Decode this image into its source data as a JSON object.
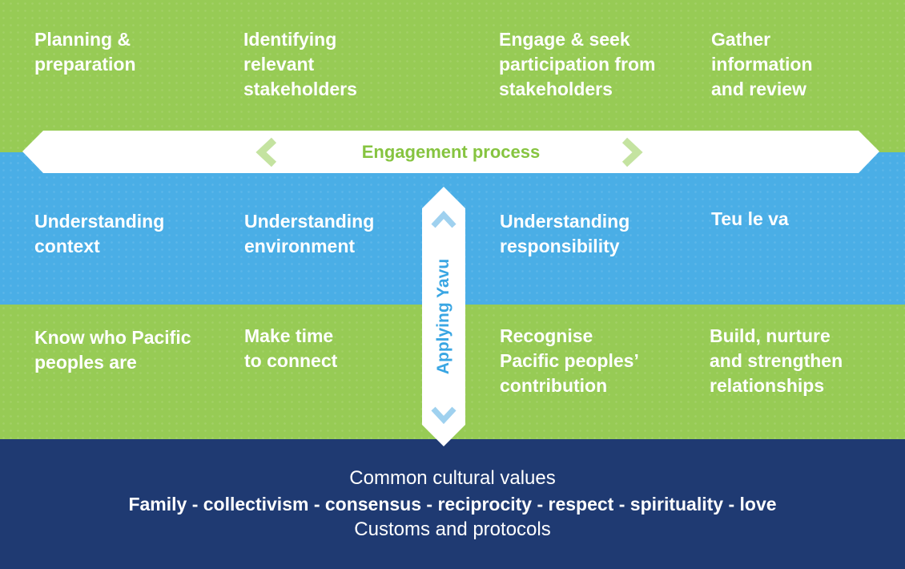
{
  "rows": {
    "process_steps": [
      "Planning &\npreparation",
      "Identifying\nrelevant\nstakeholders",
      "Engage & seek\nparticipation from\nstakeholders",
      "Gather\ninformation\nand review"
    ],
    "understanding": [
      "Understanding\ncontext",
      "Understanding\nenvironment",
      "Understanding\nresponsibility",
      "Teu le va"
    ],
    "actions": [
      "Know who Pacific\npeoples are",
      "Make time\nto connect",
      "Recognise\nPacific peoples’\ncontribution",
      "Build, nurture\nand strengthen\nrelationships"
    ]
  },
  "engagement_banner": {
    "label": "Engagement process"
  },
  "applying_bar": {
    "label": "Applying Yavu"
  },
  "values": {
    "heading": "Common cultural values",
    "list": "Family - collectivism - consensus - reciprocity - respect - spirituality - love",
    "footer": "Customs and protocols"
  },
  "colors": {
    "green": "#97cb55",
    "blue": "#4aaee6",
    "navy": "#1f3a72",
    "banner_text": "#86c440",
    "bar_text": "#3aa6e3"
  },
  "icons": [
    "chevron-left-icon",
    "chevron-right-icon",
    "chevron-up-icon",
    "chevron-down-icon"
  ]
}
